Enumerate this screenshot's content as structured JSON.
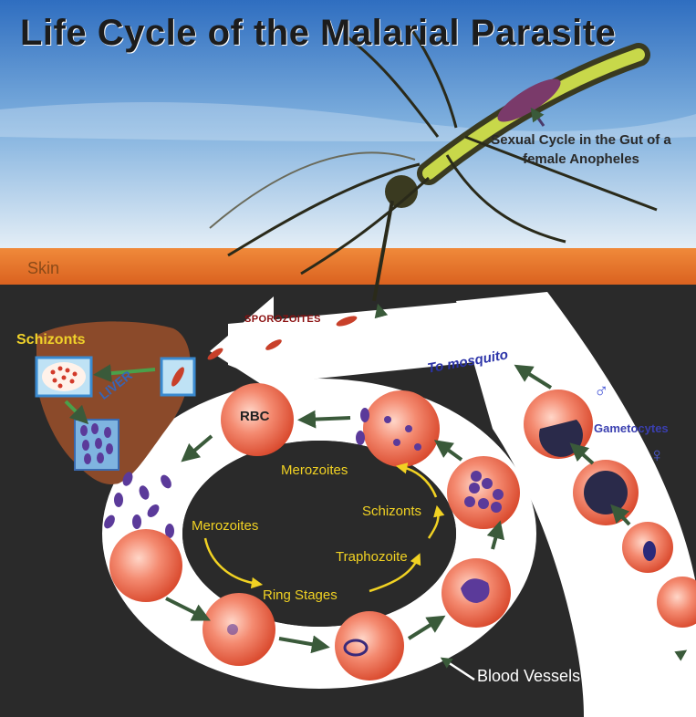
{
  "title": "Life Cycle of the Malarial Parasite",
  "sexual_cycle_label": "Sexual Cycle in the Gut of a female Anopheles",
  "skin_label": "Skin",
  "sporozoites_label": "SPOROZOITES",
  "to_mosquito_label": "To mosquito",
  "liver_schizonts_label": "Schizonts",
  "liver_label": "LIVER",
  "rbc_label": "RBC",
  "inner_cycle": {
    "merozoites_top": "Merozoites",
    "schizonts": "Schizonts",
    "merozoites_left": "Merozoites",
    "traphozoite": "Traphozoite",
    "ring_stages": "Ring Stages"
  },
  "gametocytes_label": "Gametocytes",
  "male_symbol": "♂",
  "female_symbol": "♀",
  "blood_vessels_label": "Blood Vessels",
  "colors": {
    "sky_top": "#3f7fc9",
    "sky_bottom": "#d8e6f2",
    "skin": "#e7762a",
    "tissue": "#2a2a2a",
    "vessel": "#ffffff",
    "rbc": "#e05a3a",
    "parasite": "#5b3a9a",
    "cycle_text": "#f1d223",
    "liver": "#8b4a2a"
  }
}
